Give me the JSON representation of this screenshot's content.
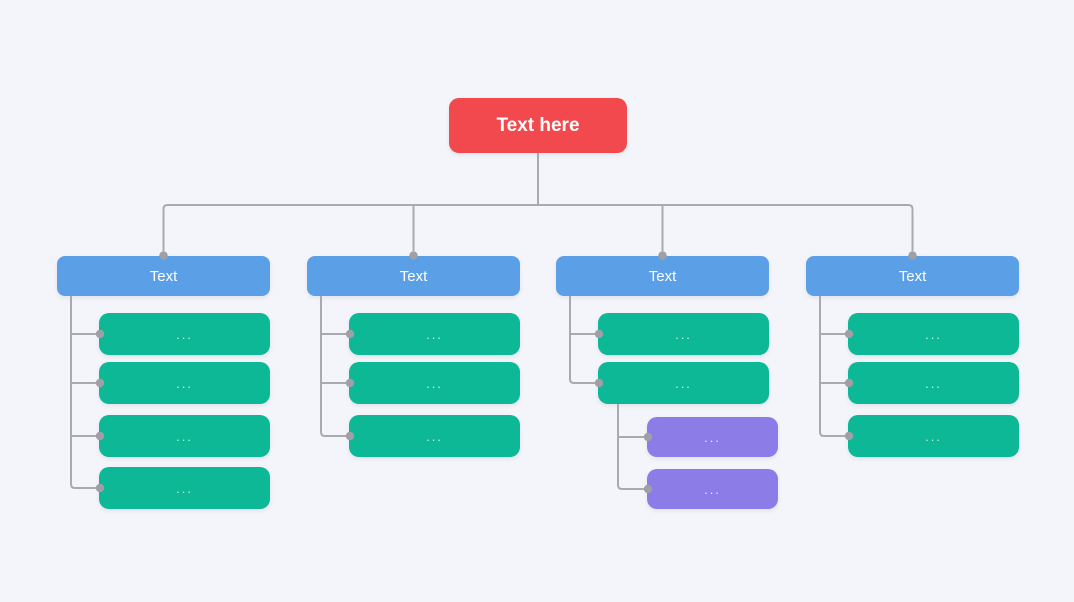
{
  "canvas": {
    "background": "#f4f5fa"
  },
  "palette": {
    "root": "#f2494e",
    "branch": "#5ba0e6",
    "child": "#0cb896",
    "grandchild": "#8c7ce8",
    "connector_line": "#a9aaad",
    "connector_dot": "#9ea0a6",
    "label_text": "#ffffff"
  },
  "tree": {
    "root": {
      "label": "Text here"
    },
    "branches": [
      {
        "label": "Text",
        "children": [
          {
            "label": "..."
          },
          {
            "label": "..."
          },
          {
            "label": "..."
          },
          {
            "label": "..."
          }
        ]
      },
      {
        "label": "Text",
        "children": [
          {
            "label": "..."
          },
          {
            "label": "..."
          },
          {
            "label": "..."
          }
        ]
      },
      {
        "label": "Text",
        "children": [
          {
            "label": "..."
          },
          {
            "label": "...",
            "children": [
              {
                "label": "..."
              },
              {
                "label": "..."
              }
            ]
          }
        ]
      },
      {
        "label": "Text",
        "children": [
          {
            "label": "..."
          },
          {
            "label": "..."
          },
          {
            "label": "..."
          }
        ]
      }
    ]
  }
}
